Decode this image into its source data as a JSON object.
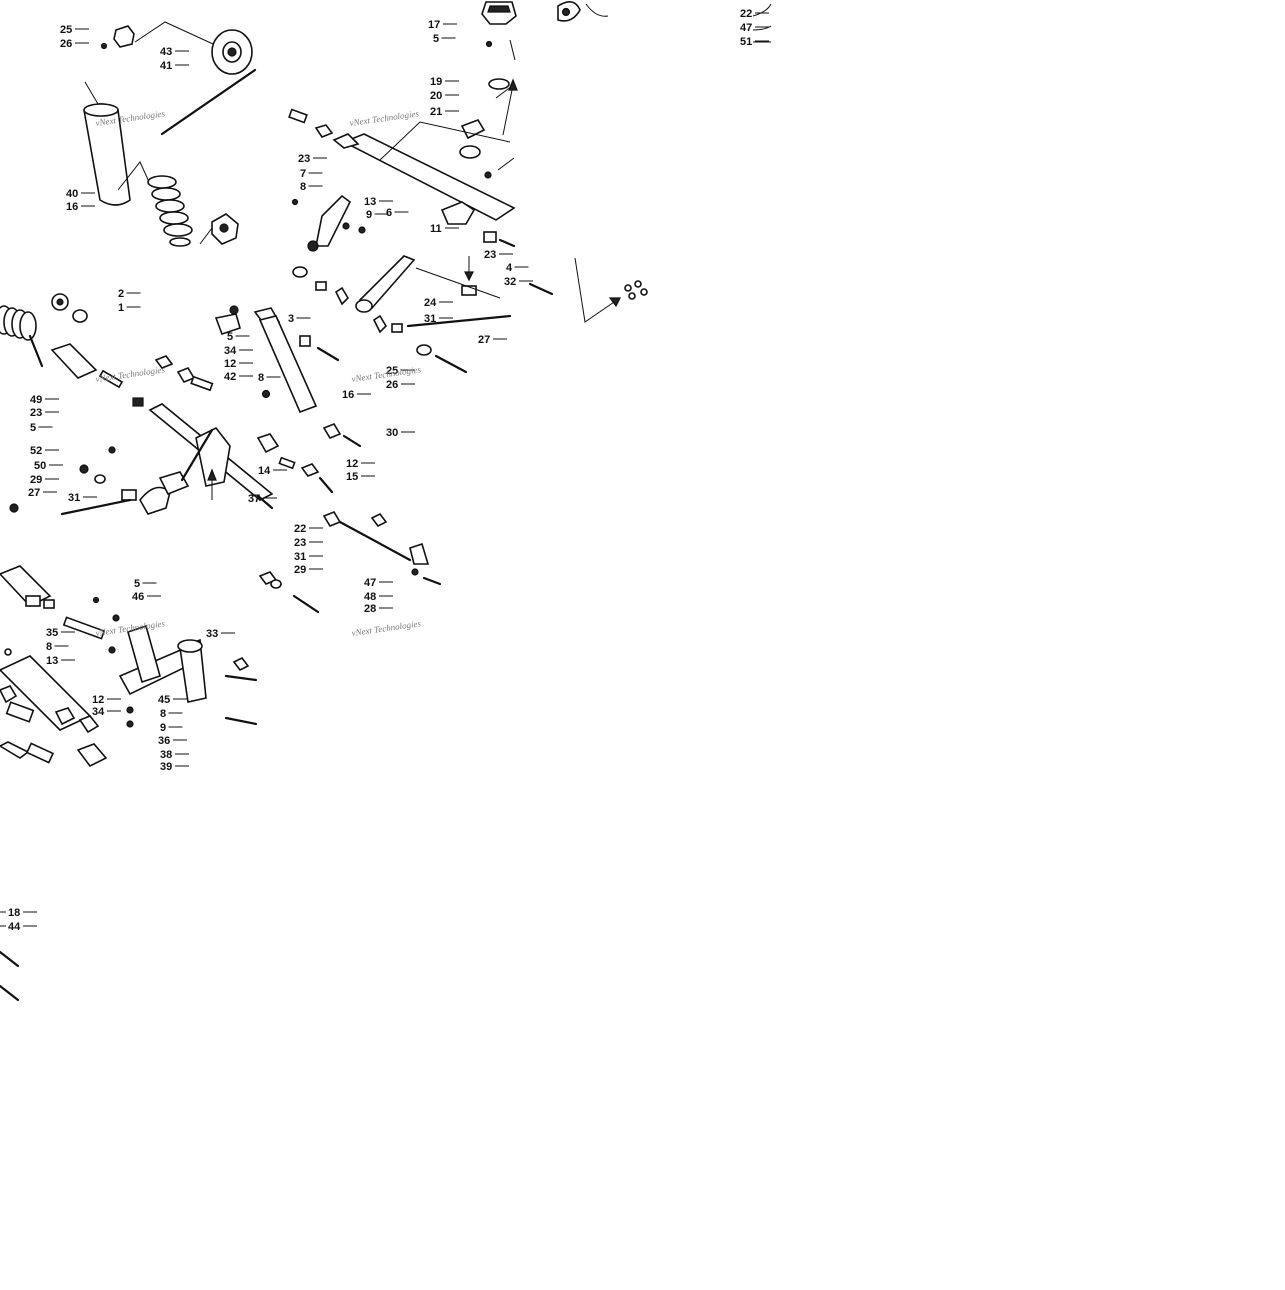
{
  "diagram": {
    "watermark_text": "vNext Technologies",
    "callout_labels": [
      "25",
      "26",
      "43",
      "41",
      "40",
      "16",
      "17",
      "5",
      "19",
      "20",
      "21",
      "23",
      "7",
      "8",
      "13",
      "9",
      "6",
      "11",
      "22",
      "47",
      "51",
      "2",
      "1",
      "49",
      "23",
      "5",
      "52",
      "50",
      "29",
      "27",
      "31",
      "5",
      "34",
      "12",
      "42",
      "8",
      "16",
      "3",
      "30",
      "12",
      "14",
      "15",
      "37",
      "22",
      "23",
      "31",
      "29",
      "47",
      "48",
      "28",
      "24",
      "31",
      "27",
      "32",
      "4",
      "23",
      "25",
      "26",
      "5",
      "46",
      "35",
      "8",
      "13",
      "33",
      "12",
      "34",
      "45",
      "8",
      "9",
      "36",
      "38",
      "39",
      "18",
      "44"
    ]
  }
}
